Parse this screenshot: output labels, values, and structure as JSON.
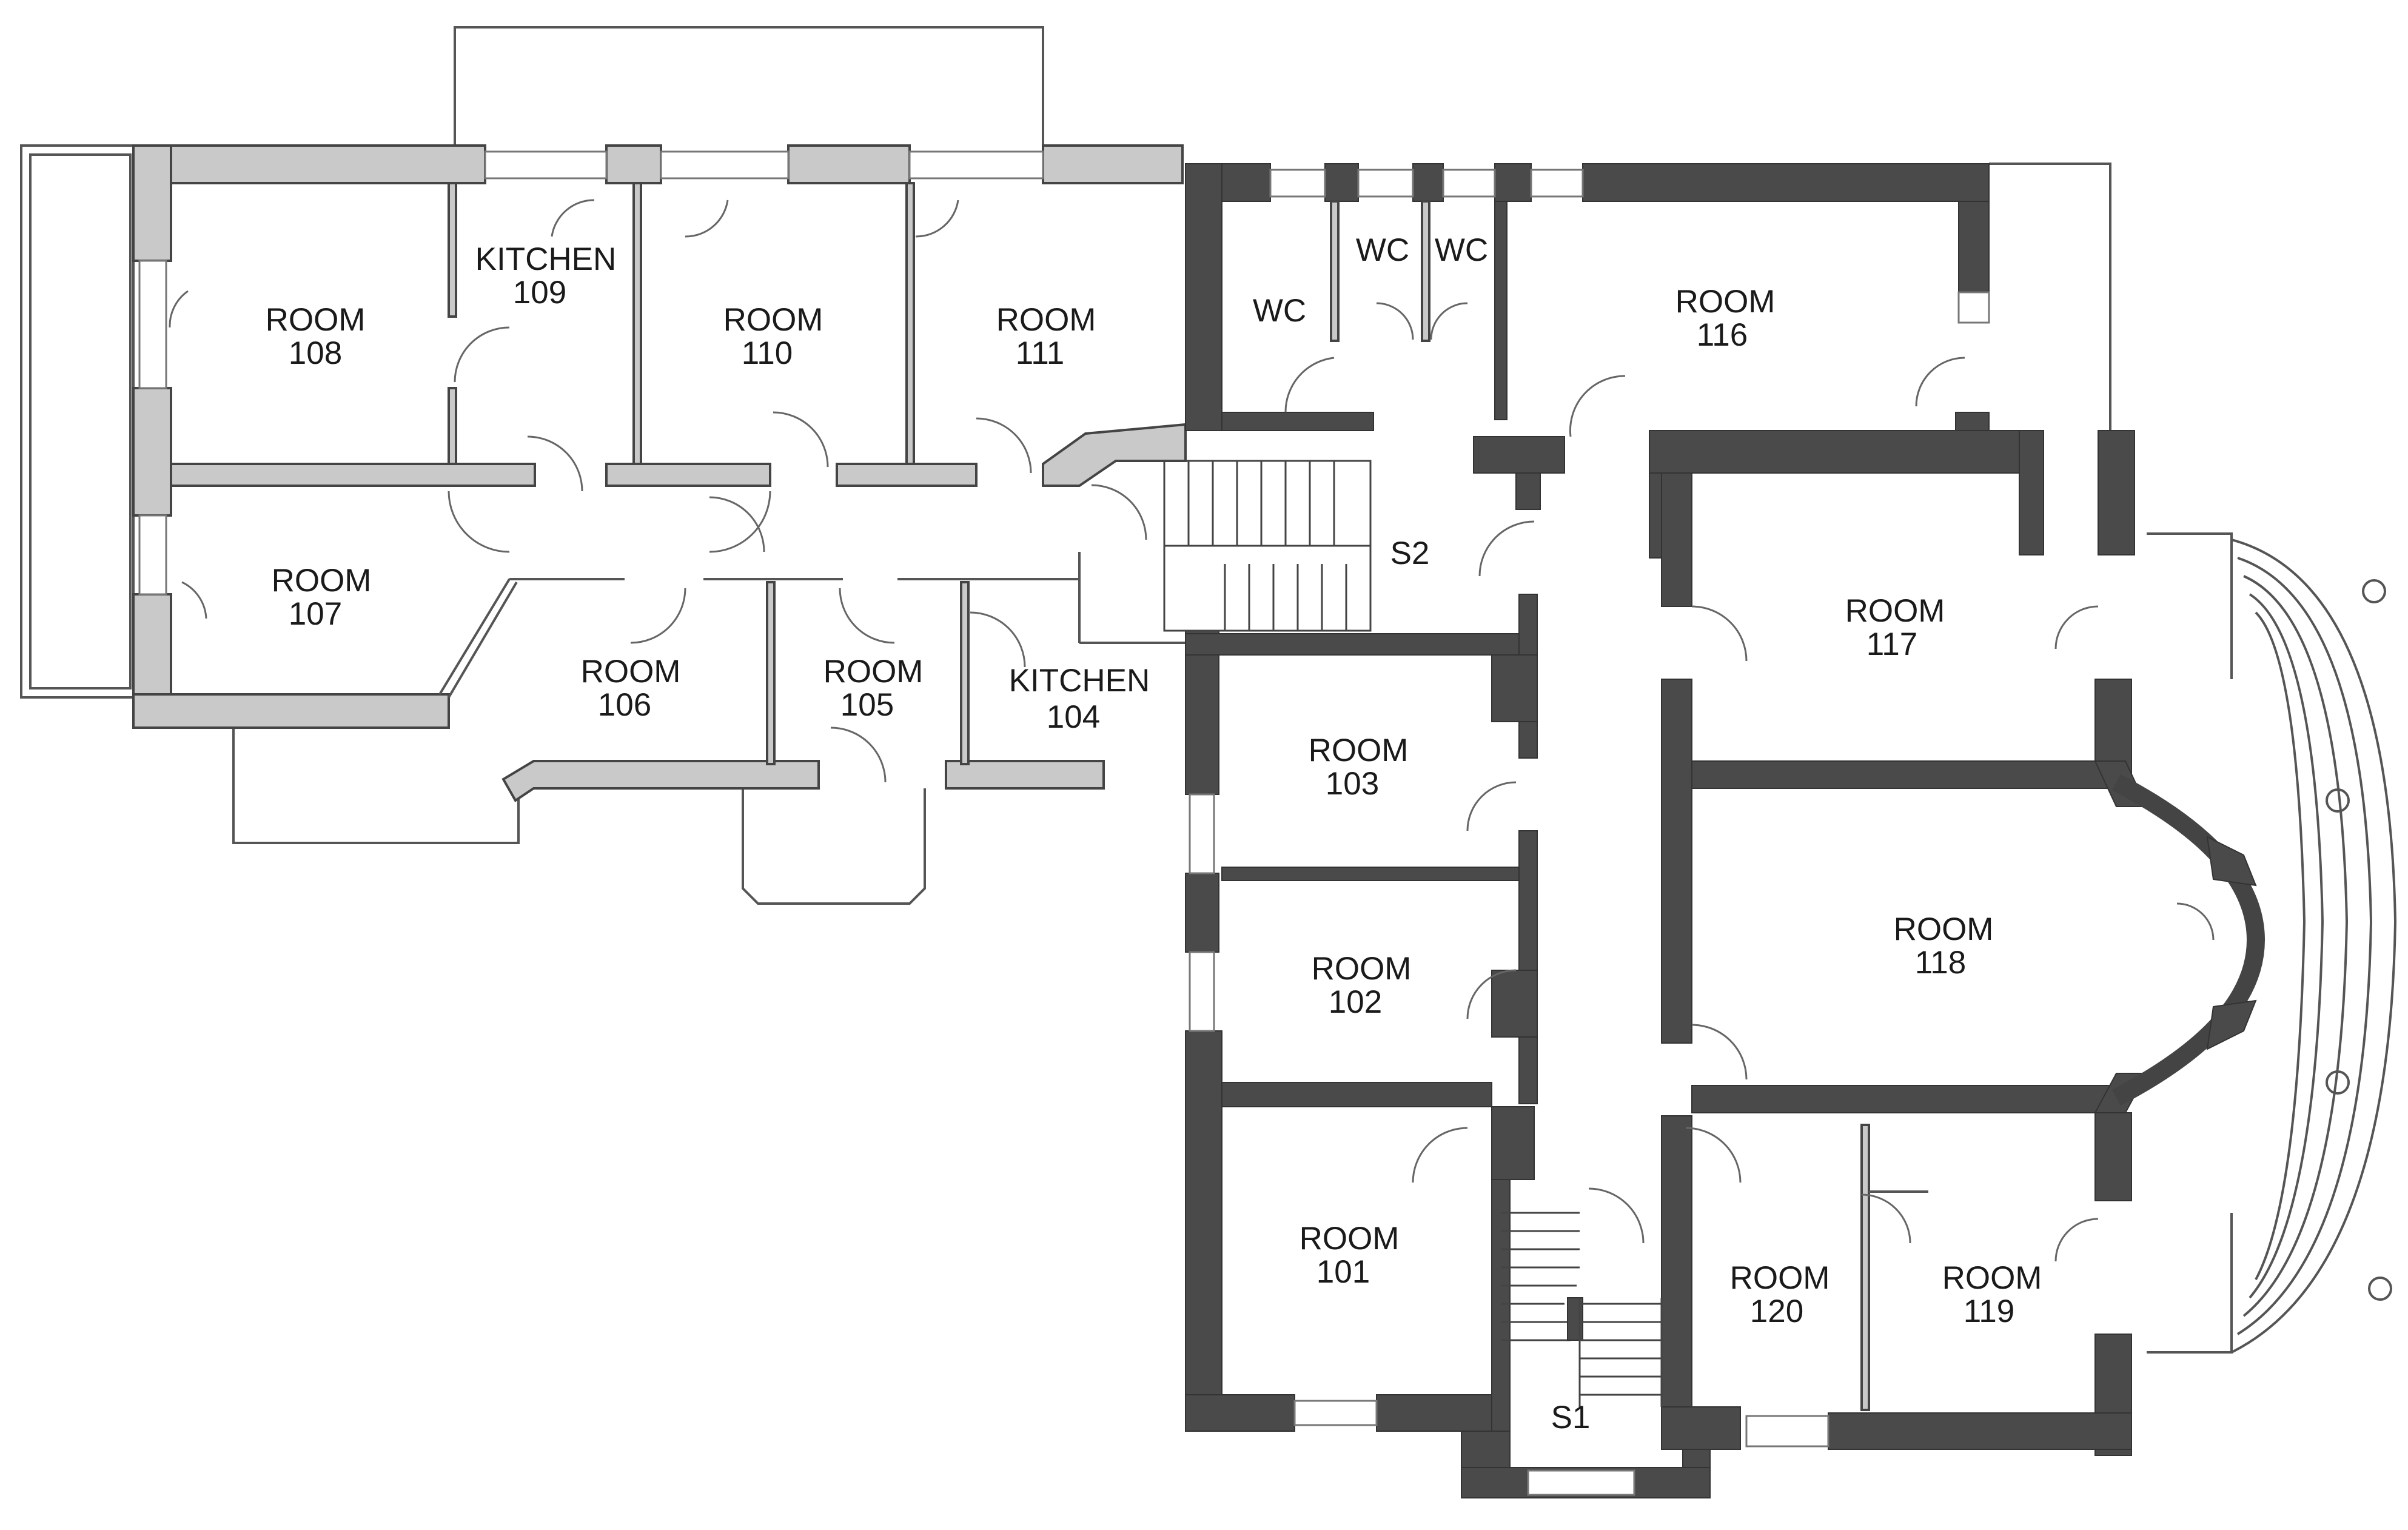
{
  "rooms": {
    "r108": {
      "title": "ROOM",
      "number": "108"
    },
    "r109": {
      "title": "KITCHEN",
      "number": "109"
    },
    "r110": {
      "title": "ROOM",
      "number": "110"
    },
    "r111": {
      "title": "ROOM",
      "number": "111"
    },
    "r107": {
      "title": "ROOM",
      "number": "107"
    },
    "r106": {
      "title": "ROOM",
      "number": "106"
    },
    "r105": {
      "title": "ROOM",
      "number": "105"
    },
    "r104": {
      "title": "KITCHEN",
      "number": "104"
    },
    "r116": {
      "title": "ROOM",
      "number": "116"
    },
    "r117": {
      "title": "ROOM",
      "number": "117"
    },
    "r118": {
      "title": "ROOM",
      "number": "118"
    },
    "r103": {
      "title": "ROOM",
      "number": "103"
    },
    "r102": {
      "title": "ROOM",
      "number": "102"
    },
    "r101": {
      "title": "ROOM",
      "number": "101"
    },
    "r120": {
      "title": "ROOM",
      "number": "120"
    },
    "r119": {
      "title": "ROOM",
      "number": "119"
    }
  },
  "wc": {
    "a": "WC",
    "b": "WC",
    "c": "WC"
  },
  "stairs": {
    "s1": "S1",
    "s2": "S2"
  },
  "colors": {
    "new_wall": "#c9c9c9",
    "old_wall": "#4a4a4a",
    "background": "#ffffff"
  }
}
